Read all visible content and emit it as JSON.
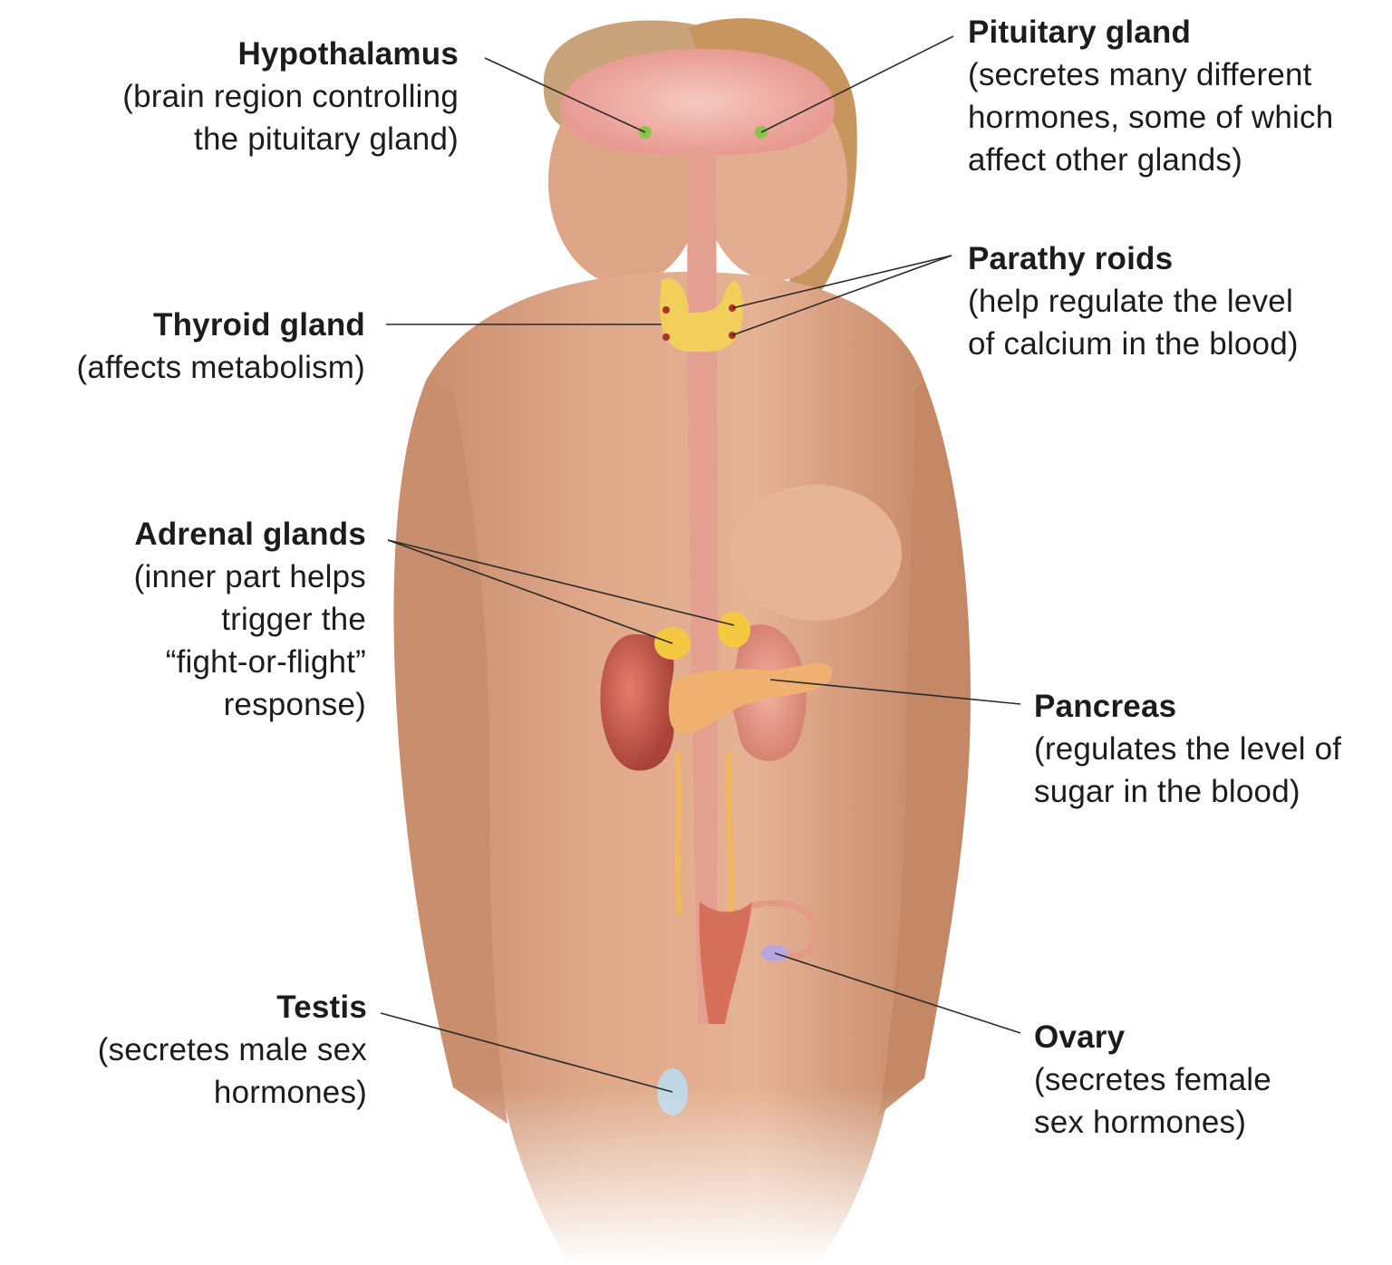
{
  "labels": {
    "hypothalamus": {
      "name": "Hypothalamus",
      "desc": "(brain region controlling\nthe pituitary gland)"
    },
    "pituitary": {
      "name": "Pituitary gland",
      "desc": "(secretes many different\nhormones, some of which\naffect other glands)"
    },
    "thyroid": {
      "name": "Thyroid gland",
      "desc": "(affects metabolism)"
    },
    "parathyroids": {
      "name": "Parathy roids",
      "desc": "(help regulate the level\nof calcium in the blood)"
    },
    "adrenal": {
      "name": "Adrenal glands",
      "desc": "(inner part helps\ntrigger the\n“fight-or-flight”\nresponse)"
    },
    "pancreas": {
      "name": "Pancreas",
      "desc": "(regulates the level of\nsugar in the blood)"
    },
    "testis": {
      "name": "Testis",
      "desc": "(secretes male sex\nhormones)"
    },
    "ovary": {
      "name": "Ovary",
      "desc": "(secretes female\nsex hormones)"
    }
  },
  "colors": {
    "skin": "#d9a384",
    "skin_dark": "#b8785a",
    "hair_male": "#c9a47a",
    "hair_female": "#c8955e",
    "brain": "#f0b8b0",
    "spine": "#e3a090",
    "gland_yellow": "#f2cf5a",
    "kidney": "#c85a4a",
    "pancreas": "#f0b070",
    "leader_line": "#2a2a2a"
  }
}
